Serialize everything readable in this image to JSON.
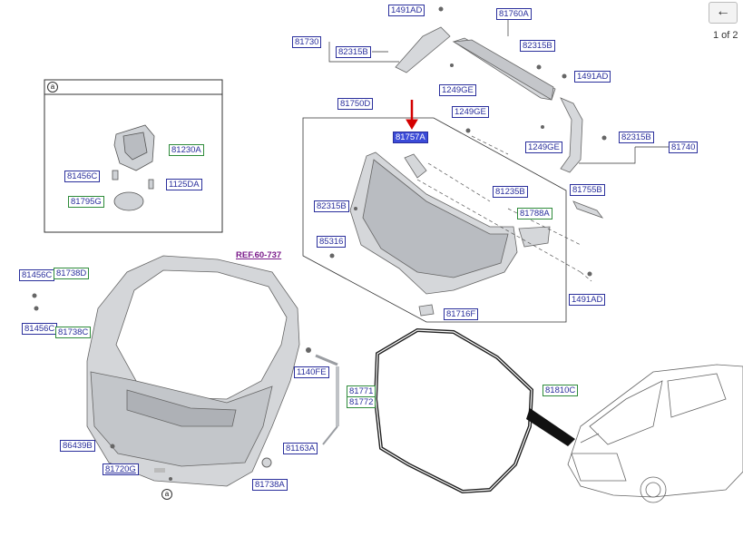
{
  "labels": {
    "l_1491AD_top": "1491AD",
    "l_81760A": "81760A",
    "l_81730": "81730",
    "l_82315B_a": "82315B",
    "l_82315B_b": "82315B",
    "l_1249GE_a": "1249GE",
    "l_1491AD_r": "1491AD",
    "l_81750D": "81750D",
    "l_1249GE_b": "1249GE",
    "l_81757A": "81757A",
    "l_1249GE_c": "1249GE",
    "l_82315B_c": "82315B",
    "l_81740": "81740",
    "l_81230A": "81230A",
    "l_81456C_a": "81456C",
    "l_1125DA": "1125DA",
    "l_81795G": "81795G",
    "l_81235B": "81235B",
    "l_81755B": "81755B",
    "l_82315B_d": "82315B",
    "l_81788A": "81788A",
    "l_85316": "85316",
    "l_1491AD_c": "1491AD",
    "l_81716F": "81716F",
    "l_ref": "REF.60-737",
    "l_81456C_b": "81456C",
    "l_81738D": "81738D",
    "l_81456C_c": "81456C",
    "l_81738C": "81738C",
    "l_1140FE": "1140FE",
    "l_81771": "81771",
    "l_81772": "81772",
    "l_81810C": "81810C",
    "l_86439B": "86439B",
    "l_81163A": "81163A",
    "l_81720G": "81720G",
    "l_81738A": "81738A"
  },
  "callouts": {
    "inset": "a",
    "bottom": "a"
  },
  "nav": {
    "back_icon": "←",
    "page": "1 of 2"
  },
  "colors": {
    "label_border": "#2a2f9c",
    "label_text": "#2a2f9c",
    "selected_bg": "#3b4bd8",
    "green_border": "#2e8b3a",
    "arrow": "#d40000"
  }
}
